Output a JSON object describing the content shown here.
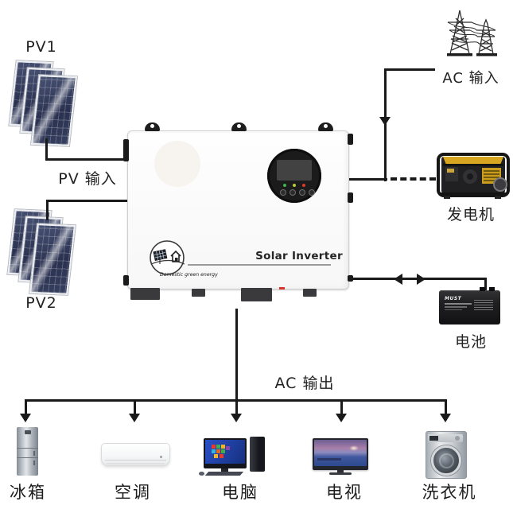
{
  "diagram": {
    "inverter": {
      "title": "Solar Inverter",
      "logo_text": "Domestic green energy"
    },
    "pv1": {
      "label": "PV1"
    },
    "pv2": {
      "label": "PV2"
    },
    "pv_input": {
      "label": "PV 输入"
    },
    "ac_input": {
      "label": "AC 输入"
    },
    "generator": {
      "label": "发电机"
    },
    "battery": {
      "label": "电池",
      "brand": "MUST"
    },
    "ac_output": {
      "label": "AC 输出"
    },
    "appliances": [
      {
        "label": "冰箱",
        "icon": "fridge-icon"
      },
      {
        "label": "空调",
        "icon": "air-conditioner-icon"
      },
      {
        "label": "电脑",
        "icon": "computer-icon"
      },
      {
        "label": "电视",
        "icon": "tv-icon"
      },
      {
        "label": "洗衣机",
        "icon": "washing-machine-icon"
      }
    ],
    "colors": {
      "wire": "#1a1a1a",
      "panel_blue": "#2a3150",
      "generator_yellow": "#d7a51f",
      "led_green": "#42b24a",
      "led_yellow": "#b9c93a",
      "led_red": "#d93a2b",
      "monitor_blue": "#2a50c8"
    }
  }
}
